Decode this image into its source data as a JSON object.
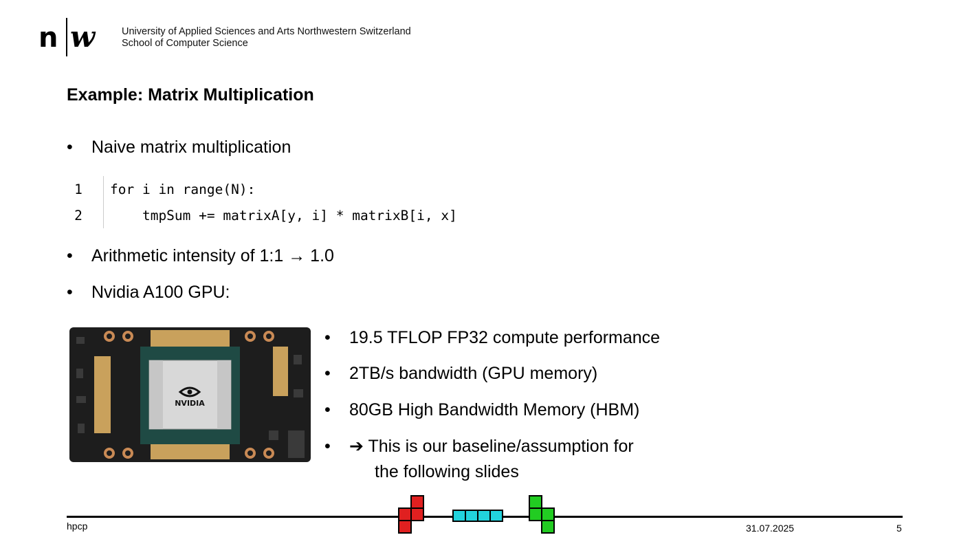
{
  "header": {
    "logo_text": "n|w",
    "institution_line1": "University of Applied Sciences and Arts Northwestern Switzerland",
    "institution_line2": "School of Computer Science"
  },
  "slide": {
    "title": "Example: Matrix Multiplication",
    "bullet_marker": "•",
    "bullets": [
      "Naive matrix multiplication",
      "Arithmetic intensity of 1:1 → 1.0",
      "Nvidia A100 GPU:"
    ],
    "code": {
      "lines": [
        {
          "num": "1",
          "text": "for i in range(N):"
        },
        {
          "num": "2",
          "text": "    tmpSum += matrixA[y, i] * matrixB[i, x]"
        }
      ]
    },
    "gpu_image": {
      "chip_label": "NVIDIA"
    },
    "gpu_specs": [
      "19.5 TFLOP FP32 compute performance",
      "2TB/s bandwidth (GPU memory)",
      "80GB High Bandwidth Memory (HBM)",
      "➔ This is our baseline/assumption for",
      "the following slides"
    ]
  },
  "footer": {
    "left": "hpcp",
    "date": "31.07.2025",
    "page": "5"
  },
  "colors": {
    "text": "#000000",
    "tetris_red": "#e02020",
    "tetris_cyan": "#22d3dd",
    "tetris_green": "#22cc22",
    "board": "#1d1d1d",
    "gold": "#c9a15c"
  }
}
